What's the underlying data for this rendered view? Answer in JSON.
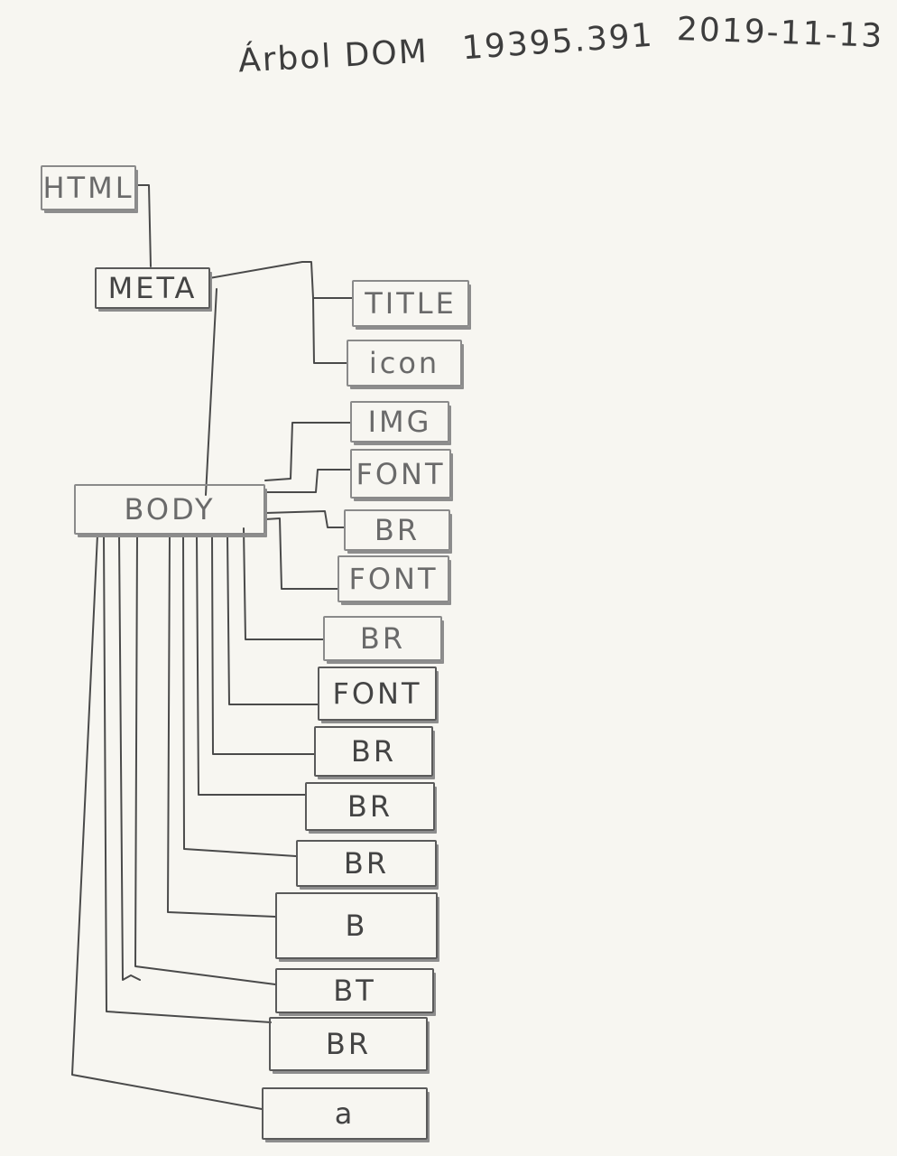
{
  "header": {
    "title": "Árbol DOM",
    "code": "19395.391",
    "date": "2019-11-13"
  },
  "tree": {
    "root": "HTML",
    "meta": {
      "label": "META",
      "children": [
        "TITLE",
        "icon"
      ]
    },
    "body": {
      "label": "BODY",
      "children": [
        "IMG",
        "FONT",
        "BR",
        "FONT",
        "BR",
        "FONT",
        "BR",
        "BR",
        "BR",
        "B",
        "BT",
        "BR",
        "a"
      ]
    }
  }
}
